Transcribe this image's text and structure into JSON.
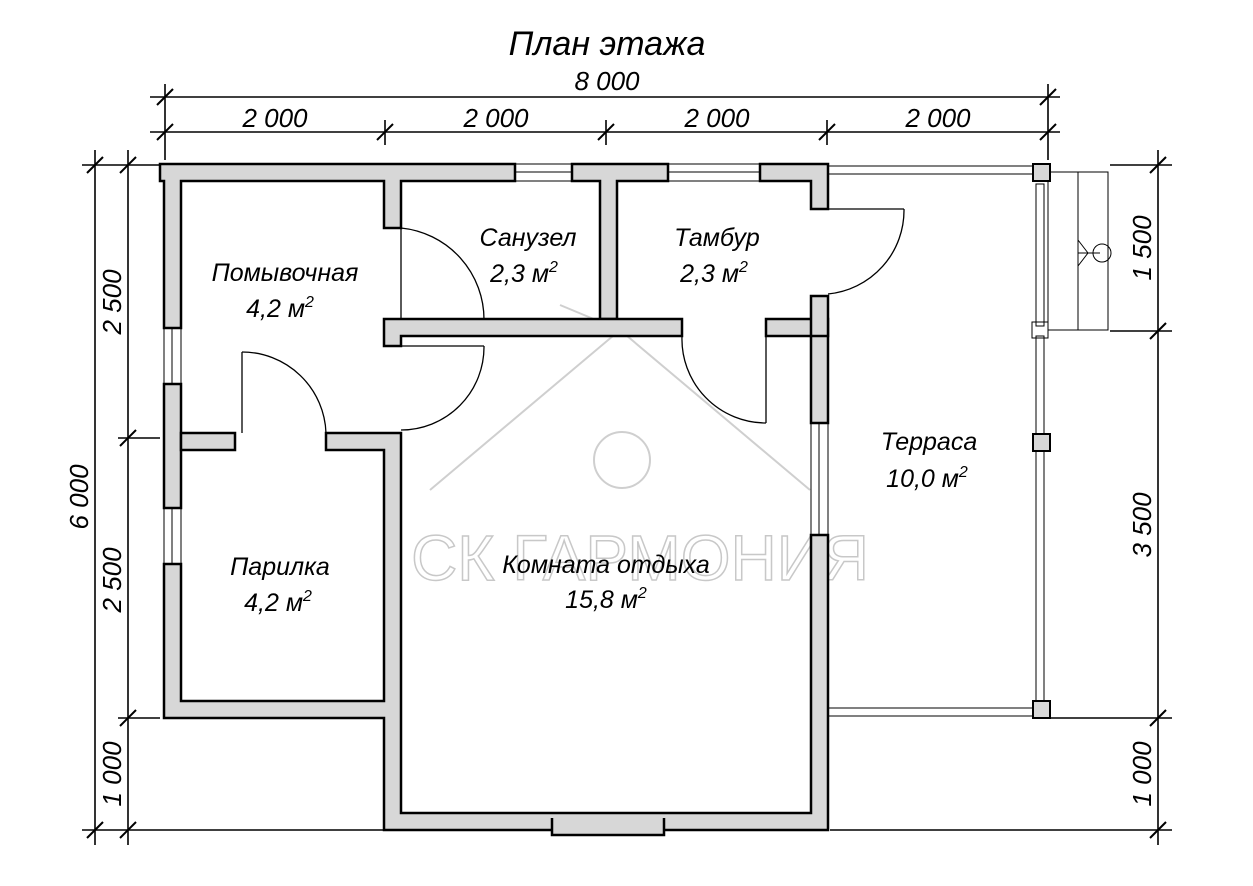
{
  "title": "План этажа",
  "watermark": "СК ГАРМОНИЯ",
  "dimensions": {
    "overall_width": "8 000",
    "segments": [
      "2 000",
      "2 000",
      "2 000",
      "2 000"
    ],
    "left_overall": "6 000",
    "left_segments": [
      "2 500",
      "2 500",
      "1 000"
    ],
    "right_segments": [
      "1 500",
      "3 500",
      "1 000"
    ]
  },
  "rooms": [
    {
      "name": "Помывочная",
      "area": "4,2 м",
      "sup": "2"
    },
    {
      "name": "Санузел",
      "area": "2,3 м",
      "sup": "2"
    },
    {
      "name": "Тамбур",
      "area": "2,3 м",
      "sup": "2"
    },
    {
      "name": "Терраса",
      "area": "10,0 м",
      "sup": "2"
    },
    {
      "name": "Парилка",
      "area": "4,2 м",
      "sup": "2"
    },
    {
      "name": "Комната отдыха",
      "area": "15,8 м",
      "sup": "2"
    }
  ]
}
